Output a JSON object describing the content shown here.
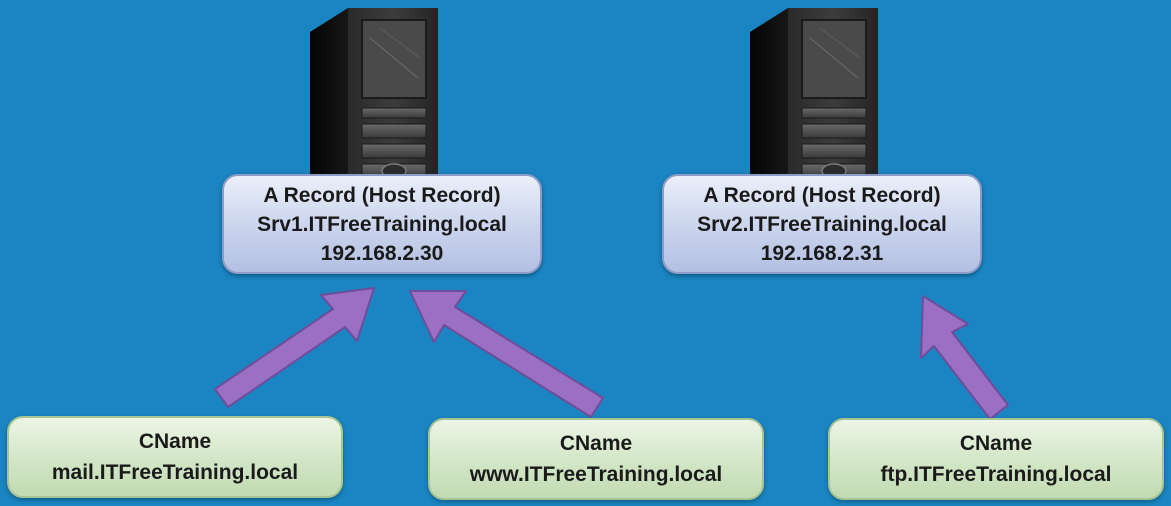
{
  "colors": {
    "background": "#1a85c2",
    "a_record_fill": "#c9d3ec",
    "cname_fill": "#d2e6c6",
    "arrow": "#9a6fc4"
  },
  "servers": [
    {
      "icon": "server-tower-icon",
      "record": {
        "type": "A Record (Host Record)",
        "host": "Srv1.ITFreeTraining.local",
        "ip": "192.168.2.30"
      }
    },
    {
      "icon": "server-tower-icon",
      "record": {
        "type": "A Record (Host Record)",
        "host": "Srv2.ITFreeTraining.local",
        "ip": "192.168.2.31"
      }
    }
  ],
  "cnames": [
    {
      "type": "CName",
      "alias": "mail.ITFreeTraining.local",
      "target_server": 1
    },
    {
      "type": "CName",
      "alias": "www.ITFreeTraining.local",
      "target_server": 1
    },
    {
      "type": "CName",
      "alias": "ftp.ITFreeTraining.local",
      "target_server": 2
    }
  ]
}
